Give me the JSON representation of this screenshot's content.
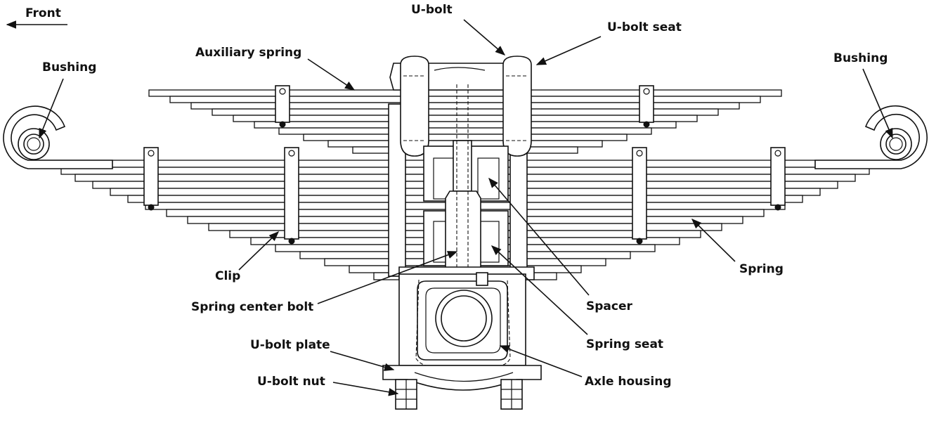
{
  "labels": {
    "front": "Front",
    "u_bolt": "U-bolt",
    "u_bolt_seat": "U-bolt seat",
    "auxiliary_spring": "Auxiliary spring",
    "bushing_left": "Bushing",
    "bushing_right": "Bushing",
    "clip": "Clip",
    "spring": "Spring",
    "spring_center_bolt": "Spring center bolt",
    "spacer": "Spacer",
    "spring_seat": "Spring seat",
    "u_bolt_plate": "U-bolt plate",
    "axle_housing": "Axle housing",
    "u_bolt_nut": "U-bolt nut"
  },
  "colors": {
    "line": "#111111",
    "background": "#ffffff"
  }
}
